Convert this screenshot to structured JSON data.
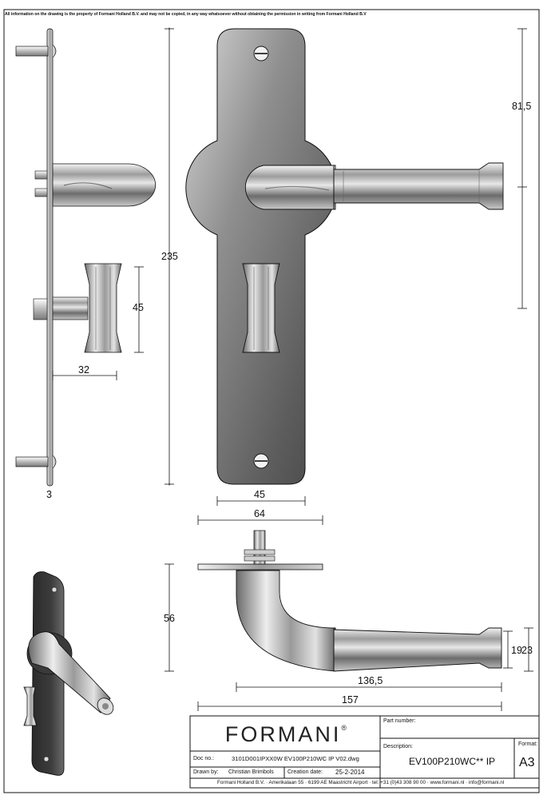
{
  "notice": "All information on the drawing is the property of Formani Holland B.V. and may not be copied, in any way whatsoever without obtaining the permission in writing from Formani Holland B.V",
  "dimensions": {
    "d81_5": "81,5",
    "d235": "235",
    "d45_rose": "45",
    "d45_turn": "45",
    "d32": "32",
    "d3": "3",
    "d64": "64",
    "d56": "56",
    "d19": "19",
    "d23": "23",
    "d136_5": "136,5",
    "d157": "157"
  },
  "title_block": {
    "logo": "FORMANI",
    "logo_mark": "®",
    "part_number_label": "Part number:",
    "format_label": "Format:",
    "format_value": "A3",
    "description_label": "Description:",
    "description_value": "EV100P210WC** IP",
    "doc_no_label": "Doc no.:",
    "doc_no_value": "3101D001IPXX0W EV100P210WC IP V02.dwg",
    "drawn_by_label": "Drawn by:",
    "drawn_by_value": "Christian Brimbols",
    "creation_date_label": "Creation date:",
    "creation_date_value": "25-2-2014",
    "footer": "Formani Holland B.V. · Amerikalaan 55 · 6199 AE Maastricht Airport · tel: +31 (0)43 308 90 00 · www.formani.nl · info@formani.nl"
  },
  "colors": {
    "steel_dark": "#3a3a3a",
    "steel_mid": "#8a8a8a",
    "steel_light": "#e6e6e6",
    "line": "#111111"
  }
}
